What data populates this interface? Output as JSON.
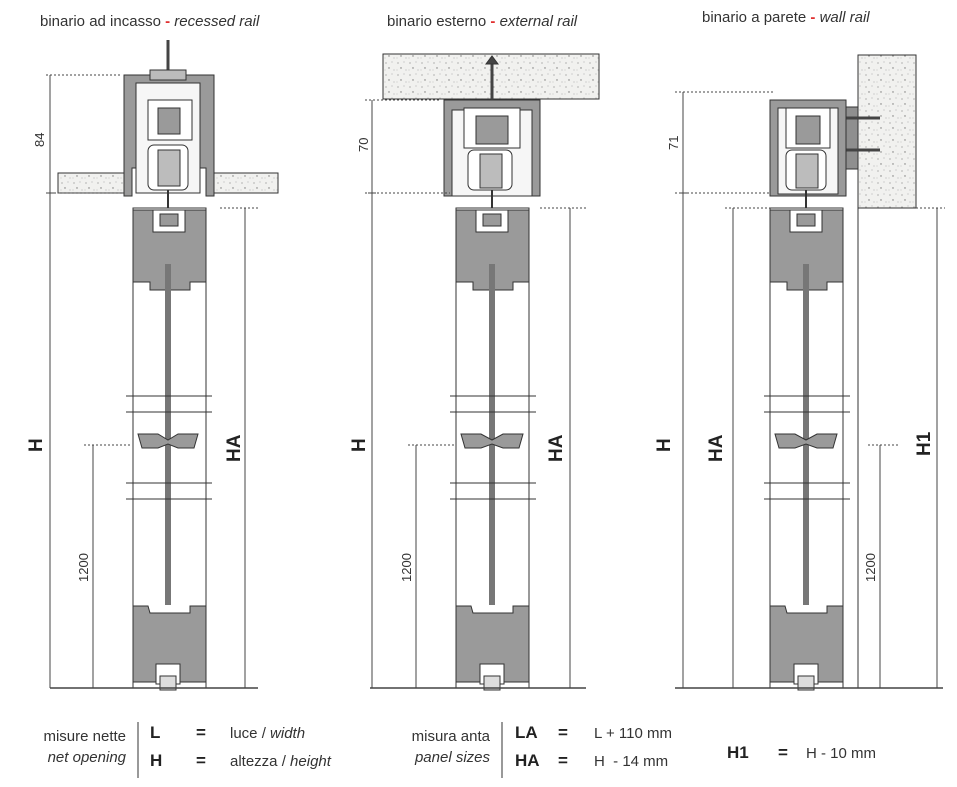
{
  "colors": {
    "accent": "#e03030",
    "profile": "#8f8f8f",
    "panel": "#9a9a9a",
    "line": "#333333"
  },
  "headers": [
    {
      "it": "binario ad incasso",
      "en": "recessed rail",
      "sep": "-"
    },
    {
      "it": "binario esterno",
      "en": "external rail",
      "sep": "-"
    },
    {
      "it": "binario a parete",
      "en": "wall rail",
      "sep": "-"
    }
  ],
  "dims": {
    "rail_height_1": "84",
    "rail_height_2": "70",
    "rail_height_3": "71",
    "h": "H",
    "ha": "HA",
    "h1": "H1",
    "handle_height": "1200"
  },
  "legend": {
    "net_label_it": "misure nette",
    "net_label_en": "net opening",
    "rows_net": [
      {
        "sym": "L",
        "eq": "=",
        "it": "luce",
        "slash": "/",
        "en": "width"
      },
      {
        "sym": "H",
        "eq": "=",
        "it": "altezza",
        "slash": "/",
        "en": "height"
      }
    ],
    "panel_label_it": "misura anta",
    "panel_label_en": "panel sizes",
    "rows_panel": [
      {
        "sym": "LA",
        "eq": "=",
        "val": "L + 110 mm"
      },
      {
        "sym": "HA",
        "eq": "=",
        "val": "H  - 14 mm"
      }
    ],
    "h1_row": {
      "sym": "H1",
      "eq": "=",
      "val": "H - 10 mm"
    }
  }
}
